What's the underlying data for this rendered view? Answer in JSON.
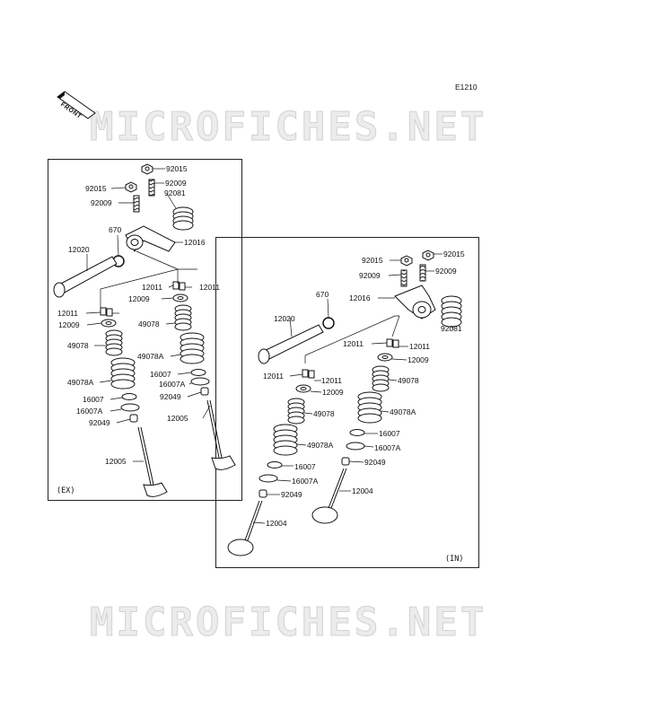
{
  "figure_code": "E1210",
  "front_label": "FRONT",
  "watermark": "MICROFICHES.NET",
  "panels": {
    "exhaust": {
      "label": "(EX)",
      "parts": [
        "92015",
        "92015",
        "92009",
        "92009",
        "92081",
        "670",
        "12016",
        "12020",
        "12011",
        "12011",
        "12011",
        "12009",
        "12009",
        "49078",
        "49078",
        "49078A",
        "49078A",
        "16007",
        "16007A",
        "16007",
        "16007A",
        "92049",
        "92049",
        "12005",
        "12005"
      ]
    },
    "intake": {
      "label": "(IN)",
      "parts": [
        "92015",
        "92015",
        "92009",
        "92009",
        "670",
        "12016",
        "92081",
        "12020",
        "12011",
        "12011",
        "12011",
        "12009",
        "12009",
        "49078",
        "49078",
        "49078A",
        "49078A",
        "16007",
        "16007A",
        "16007",
        "16007A",
        "92049",
        "92049",
        "12004",
        "12004"
      ]
    }
  }
}
